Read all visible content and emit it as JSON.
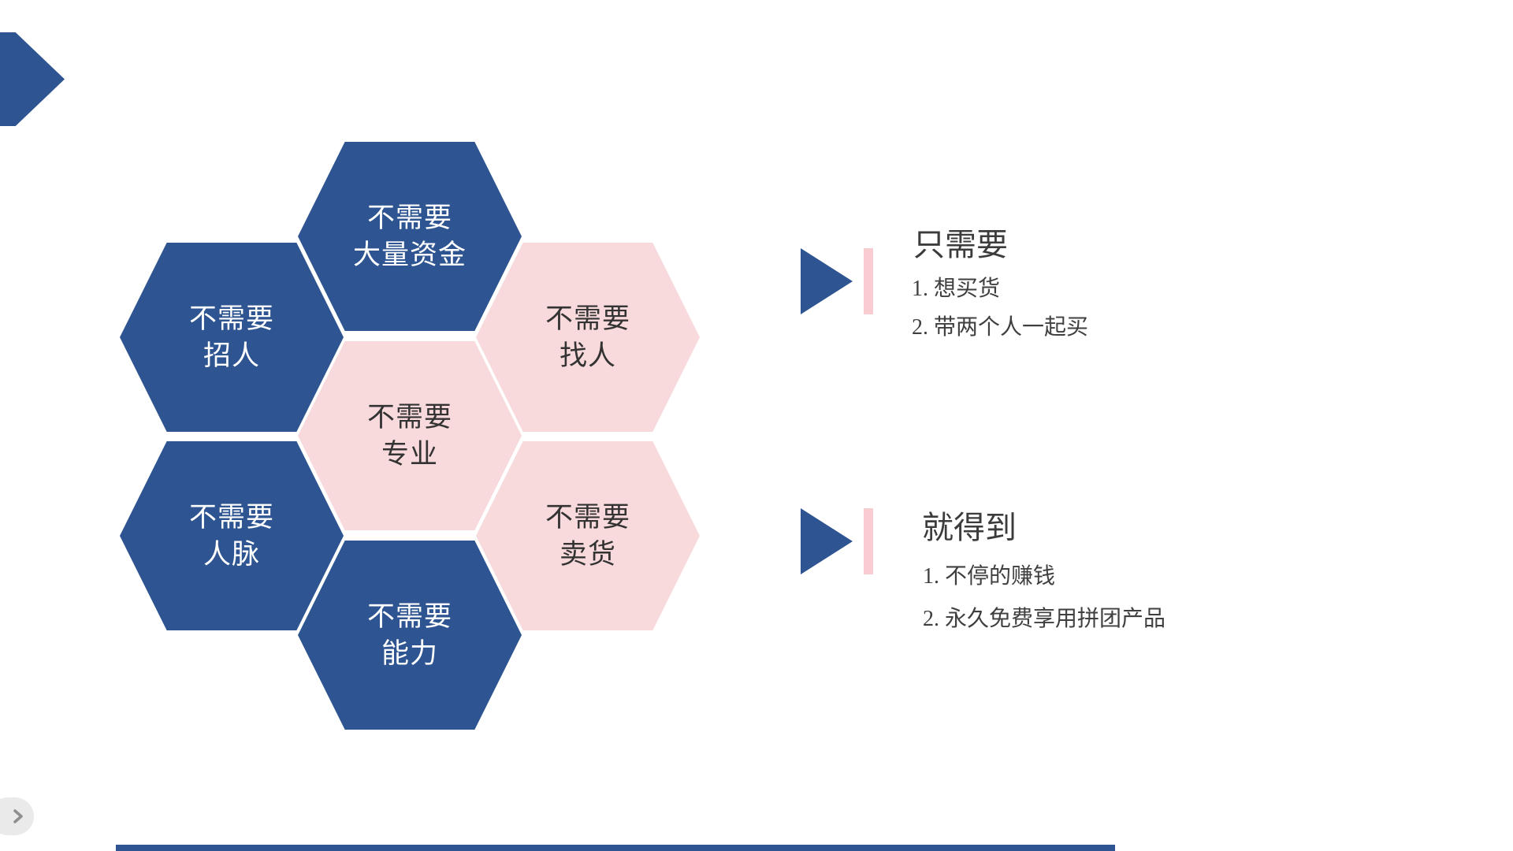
{
  "slide": {
    "background": "#ffffff"
  },
  "colors": {
    "primary_blue": "#2e5591",
    "hex_pink": "#f9dadc",
    "accent_bar_pink": "#f8ccd1",
    "text_dark": "#3c3c3c",
    "hex_text_on_blue": "#ffffff",
    "hex_text_on_pink": "#333333",
    "pill_background": "#eaeaea",
    "pill_chevron_gray": "#8f8f8f",
    "footer_bar_blue": "#2e5591"
  },
  "honeycomb": {
    "cells": [
      {
        "id": "no-large-capital",
        "variant": "blue",
        "line1": "不需要",
        "line2": "大量资金"
      },
      {
        "id": "no-recruiting",
        "variant": "blue",
        "line1": "不需要",
        "line2": "招人"
      },
      {
        "id": "no-finding-people",
        "variant": "pink",
        "line1": "不需要",
        "line2": "找人"
      },
      {
        "id": "no-expertise",
        "variant": "pink",
        "line1": "不需要",
        "line2": "专业"
      },
      {
        "id": "no-connections",
        "variant": "blue",
        "line1": "不需要",
        "line2": "人脉"
      },
      {
        "id": "no-selling",
        "variant": "pink",
        "line1": "不需要",
        "line2": "卖货"
      },
      {
        "id": "no-ability",
        "variant": "blue",
        "line1": "不需要",
        "line2": "能力"
      }
    ]
  },
  "sections": [
    {
      "title": "只需要",
      "items": [
        "1. 想买货",
        "2. 带两个人一起买"
      ]
    },
    {
      "title": "就得到",
      "items": [
        "1. 不停的赚钱",
        "2. 永久免费享用拼团产品"
      ]
    }
  ],
  "nav": {
    "next_button_icon": "chevron-right"
  }
}
